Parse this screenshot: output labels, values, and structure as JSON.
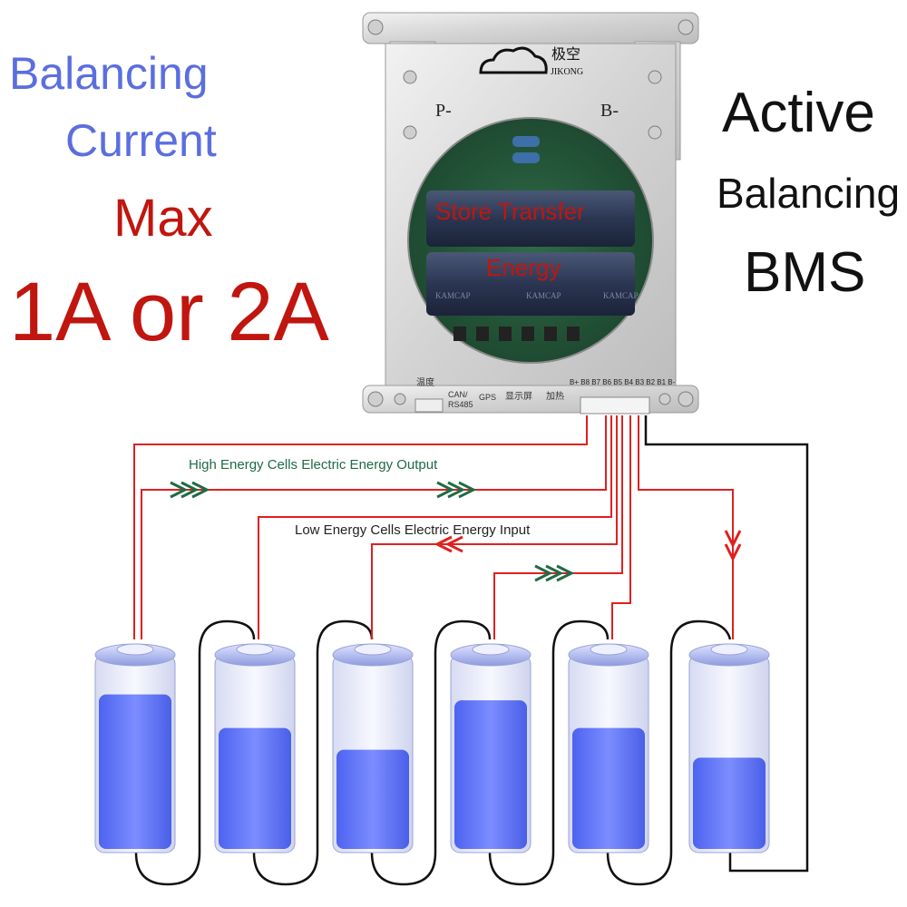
{
  "headline_left": [
    "Balancing",
    "Current",
    "Max",
    "1A or 2A"
  ],
  "headline_right": [
    "Active",
    "Balancing",
    "BMS"
  ],
  "board": {
    "brand_cn": "极空",
    "brand": "JIKONG",
    "terminal_left": "P-",
    "terminal_right": "B-",
    "overlay_line1": "Store Transfer",
    "overlay_line2": "Energy",
    "capacitor_mark": "KAMCAP",
    "ports": [
      "温度",
      "CAN/ RS485",
      "GPS",
      "显示屏",
      "加热"
    ],
    "balance_header": "B+ B8 B7 B6 B5 B4 B3 B2 B1 B-"
  },
  "flow": {
    "output_label": "High Energy Cells Electric Energy Output",
    "input_label": "Low Energy Cells Electric Energy Input"
  },
  "cells": [
    {
      "fill": 0.8
    },
    {
      "fill": 0.63
    },
    {
      "fill": 0.52
    },
    {
      "fill": 0.77
    },
    {
      "fill": 0.63
    },
    {
      "fill": 0.48
    }
  ],
  "colors": {
    "wire_red": "#e02020",
    "wire_black": "#111111",
    "arrow_green": "#1f6b46",
    "headline_blue": "#5b6ee0",
    "headline_red": "#c0160f",
    "cell_liquid": "#5b73ff"
  }
}
